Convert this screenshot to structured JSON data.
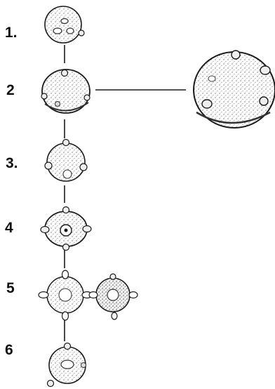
{
  "labels": {
    "n1": "1.",
    "n2": "2",
    "n3": "3.",
    "n4": "4",
    "n5": "5",
    "n6": "6"
  },
  "colors": {
    "ink": "#1a1a1a",
    "stipple": "#8a8a8a",
    "paper": "#ffffff"
  }
}
